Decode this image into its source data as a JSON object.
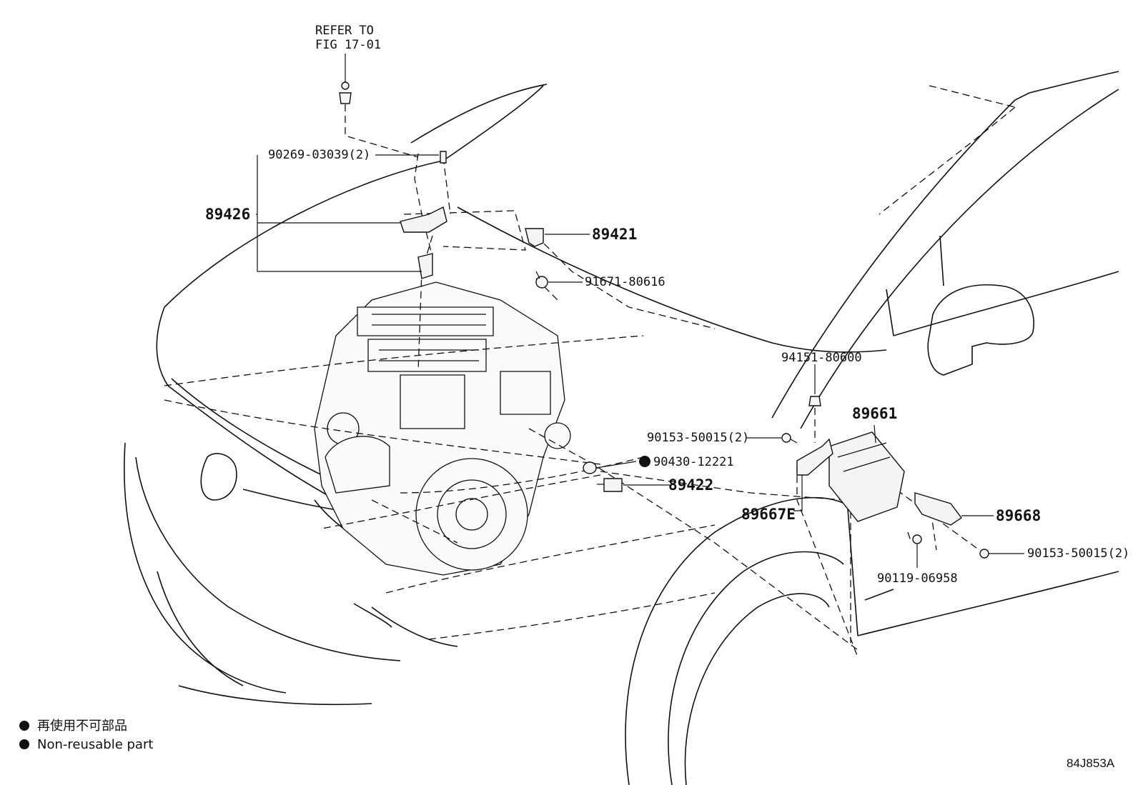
{
  "refer_note": {
    "line1": "REFER TO",
    "line2": "FIG 17-01"
  },
  "callouts": {
    "p90269": "90269-03039(2)",
    "p89426": "89426",
    "p89421": "89421",
    "p91671": "91671-80616",
    "p94151": "94151-80600",
    "p89661": "89661",
    "p90153_a": "90153-50015(2)",
    "p90430": "90430-12221",
    "p89422": "89422",
    "p89667e": "89667E",
    "p89668": "89668",
    "p90153_b": "90153-50015(2)",
    "p90119": "90119-06958"
  },
  "legend": {
    "line_jp": "再使用不可部品",
    "line_en": "Non-reusable part"
  },
  "illustration_code": "84J853A"
}
